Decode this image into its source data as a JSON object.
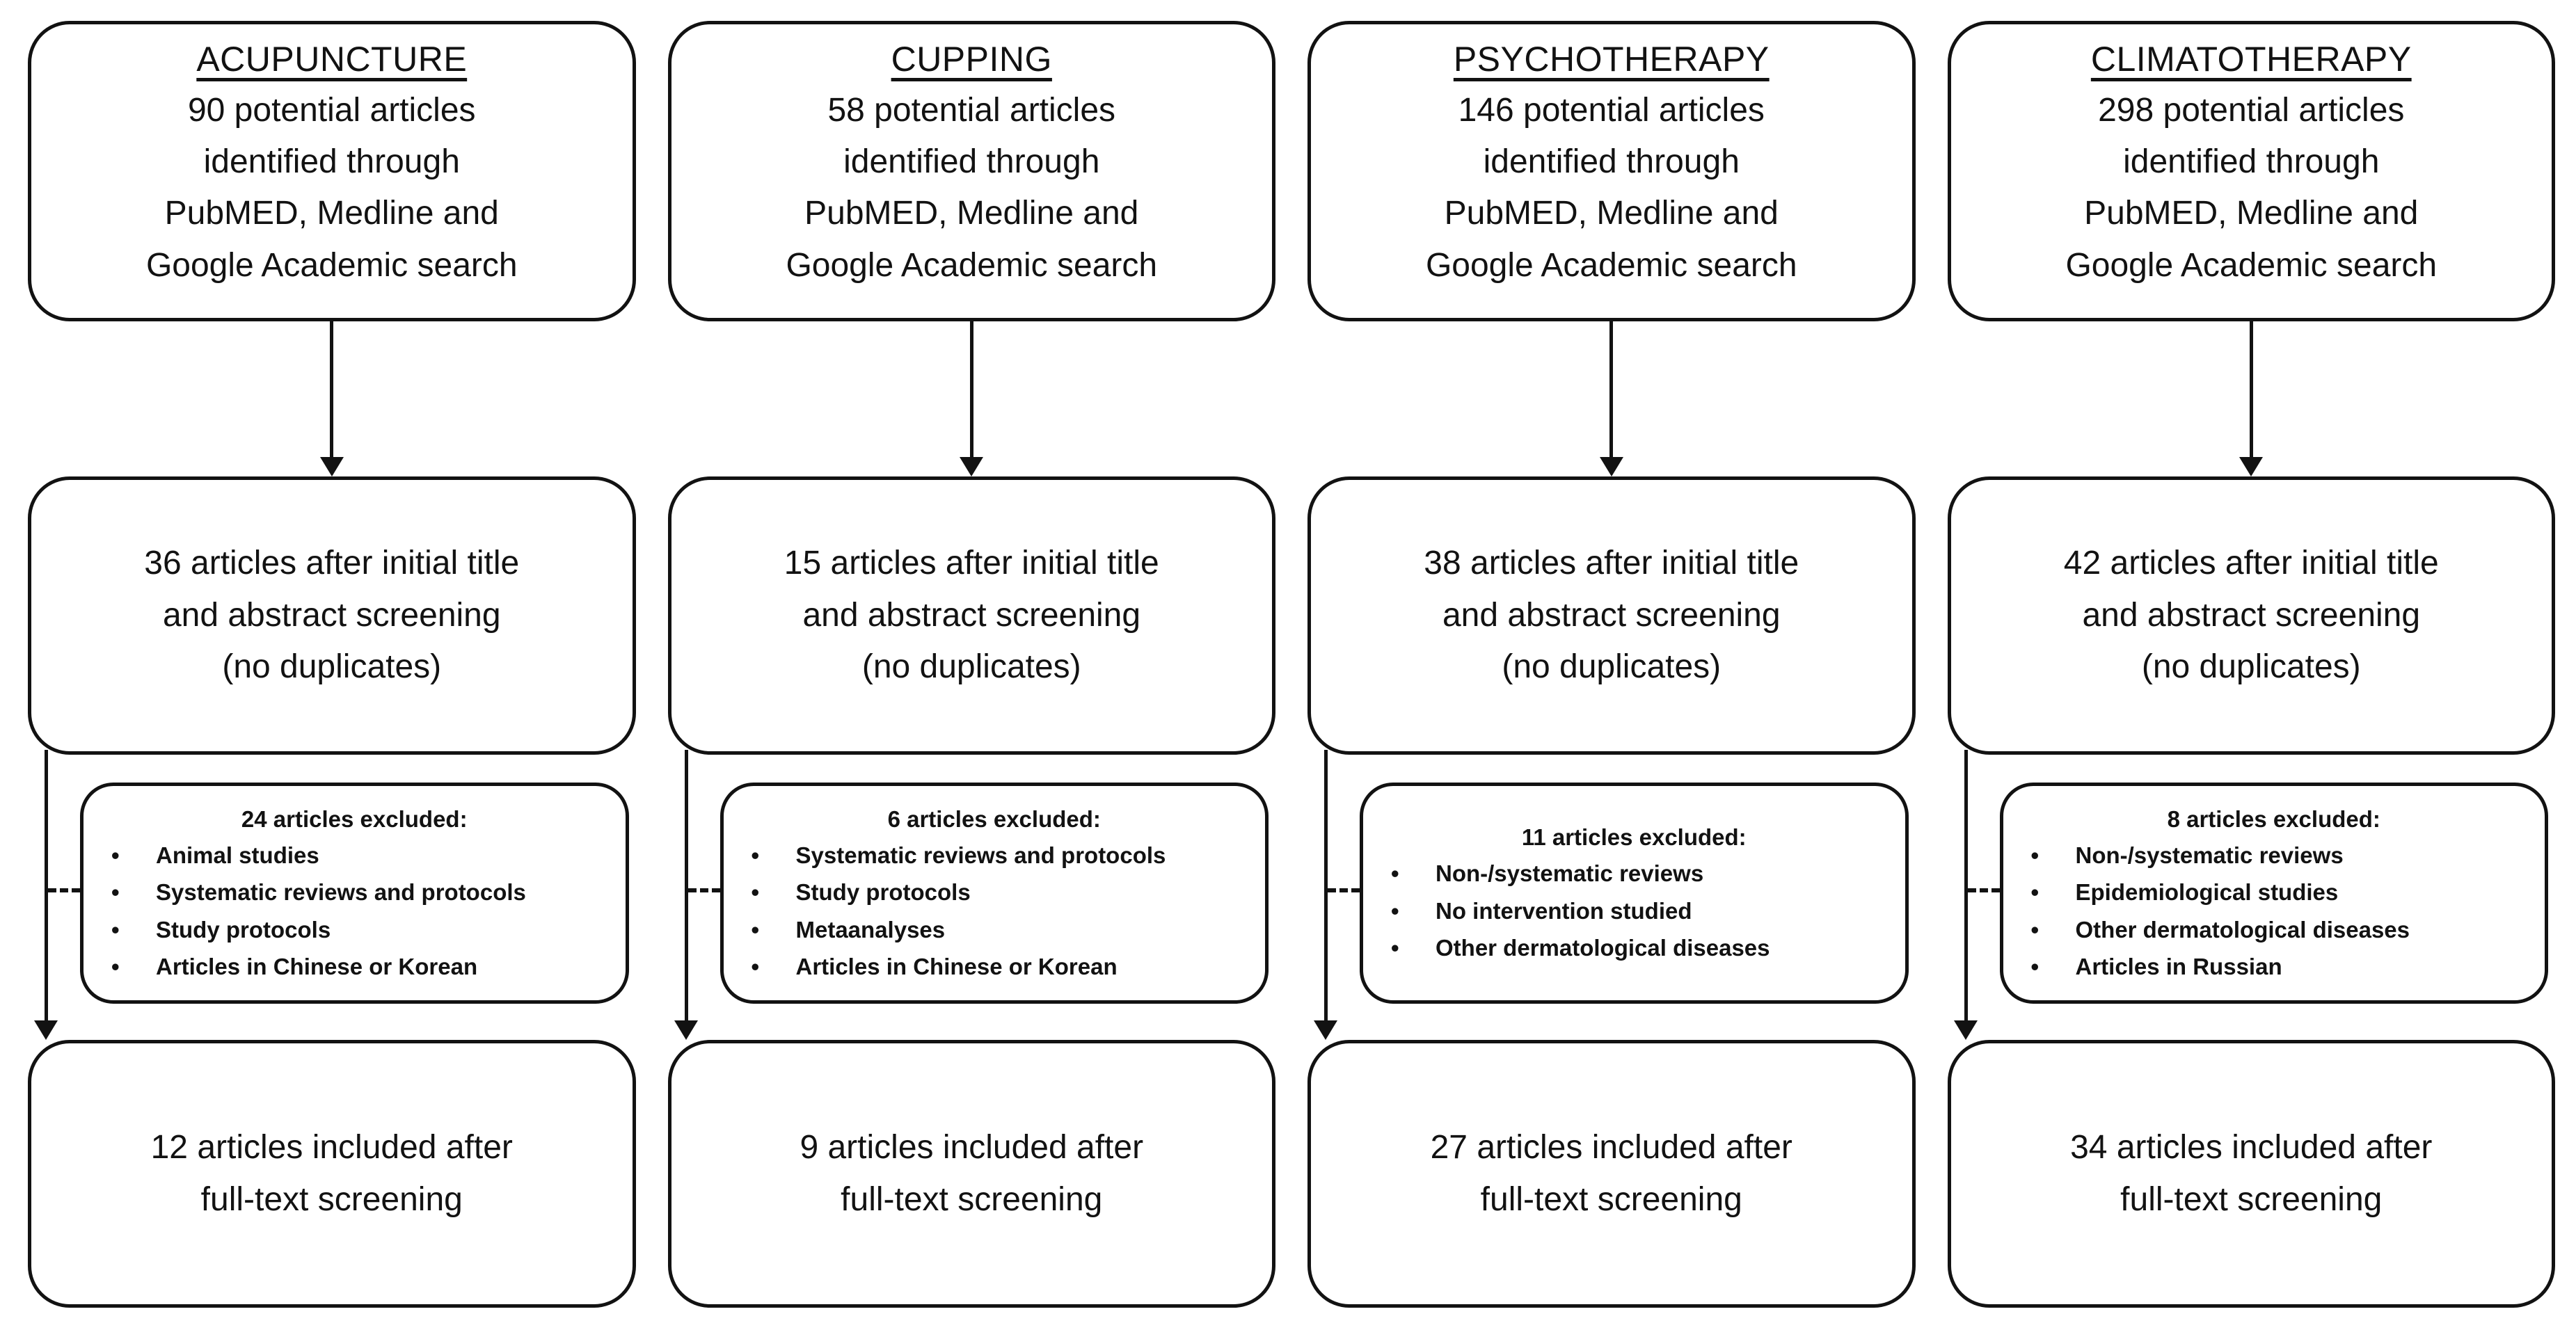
{
  "figure": {
    "type": "prisma-style-flow-diagram",
    "background_color": "#ffffff",
    "line_color": "#121212"
  },
  "columns": [
    {
      "id": "acupuncture",
      "title": "ACUPUNCTURE",
      "identified_count": "90",
      "identified_lines": [
        "90 potential articles",
        "identified through",
        "PubMED, Medline and",
        "Google Academic search"
      ],
      "screened_count": "36",
      "screened_lines": [
        "36 articles after initial title",
        "and abstract screening",
        "(no duplicates)"
      ],
      "excluded_count": "24",
      "excluded_header": "24 articles excluded:",
      "excluded_items": [
        "Animal studies",
        "Systematic reviews and protocols",
        "Study protocols",
        "Articles in Chinese or Korean"
      ],
      "included_count": "12",
      "included_lines": [
        "12 articles included after",
        "full-text screening"
      ]
    },
    {
      "id": "cupping",
      "title": "CUPPING",
      "identified_count": "58",
      "identified_lines": [
        "58 potential articles",
        "identified through",
        "PubMED, Medline and",
        "Google Academic search"
      ],
      "screened_count": "15",
      "screened_lines": [
        "15 articles after initial title",
        "and abstract screening",
        "(no duplicates)"
      ],
      "excluded_count": "6",
      "excluded_header": "6 articles excluded:",
      "excluded_items": [
        "Systematic reviews and protocols",
        "Study protocols",
        "Metaanalyses",
        "Articles in Chinese or Korean"
      ],
      "included_count": "9",
      "included_lines": [
        "9 articles included after",
        "full-text screening"
      ]
    },
    {
      "id": "psychotherapy",
      "title": "PSYCHOTHERAPY",
      "identified_count": "146",
      "identified_lines": [
        "146 potential articles",
        "identified through",
        "PubMED, Medline and",
        "Google Academic search"
      ],
      "screened_count": "38",
      "screened_lines": [
        "38 articles after initial title",
        "and abstract screening",
        "(no duplicates)"
      ],
      "excluded_count": "11",
      "excluded_header": "11 articles excluded:",
      "excluded_items": [
        "Non-/systematic reviews",
        "No intervention studied",
        "Other dermatological diseases"
      ],
      "included_count": "27",
      "included_lines": [
        "27 articles included after",
        "full-text screening"
      ]
    },
    {
      "id": "climatotherapy",
      "title": "CLIMATOTHERAPY",
      "identified_count": "298",
      "identified_lines": [
        "298 potential articles",
        "identified through",
        "PubMED, Medline and",
        "Google Academic search"
      ],
      "screened_count": "42",
      "screened_lines": [
        "42 articles after initial title",
        "and abstract screening",
        "(no duplicates)"
      ],
      "excluded_count": "8",
      "excluded_header": "8 articles excluded:",
      "excluded_items": [
        "Non-/systematic reviews",
        "Epidemiological studies",
        "Other dermatological diseases",
        "Articles in Russian"
      ],
      "included_count": "34",
      "included_lines": [
        "34 articles included after",
        "full-text screening"
      ]
    }
  ]
}
